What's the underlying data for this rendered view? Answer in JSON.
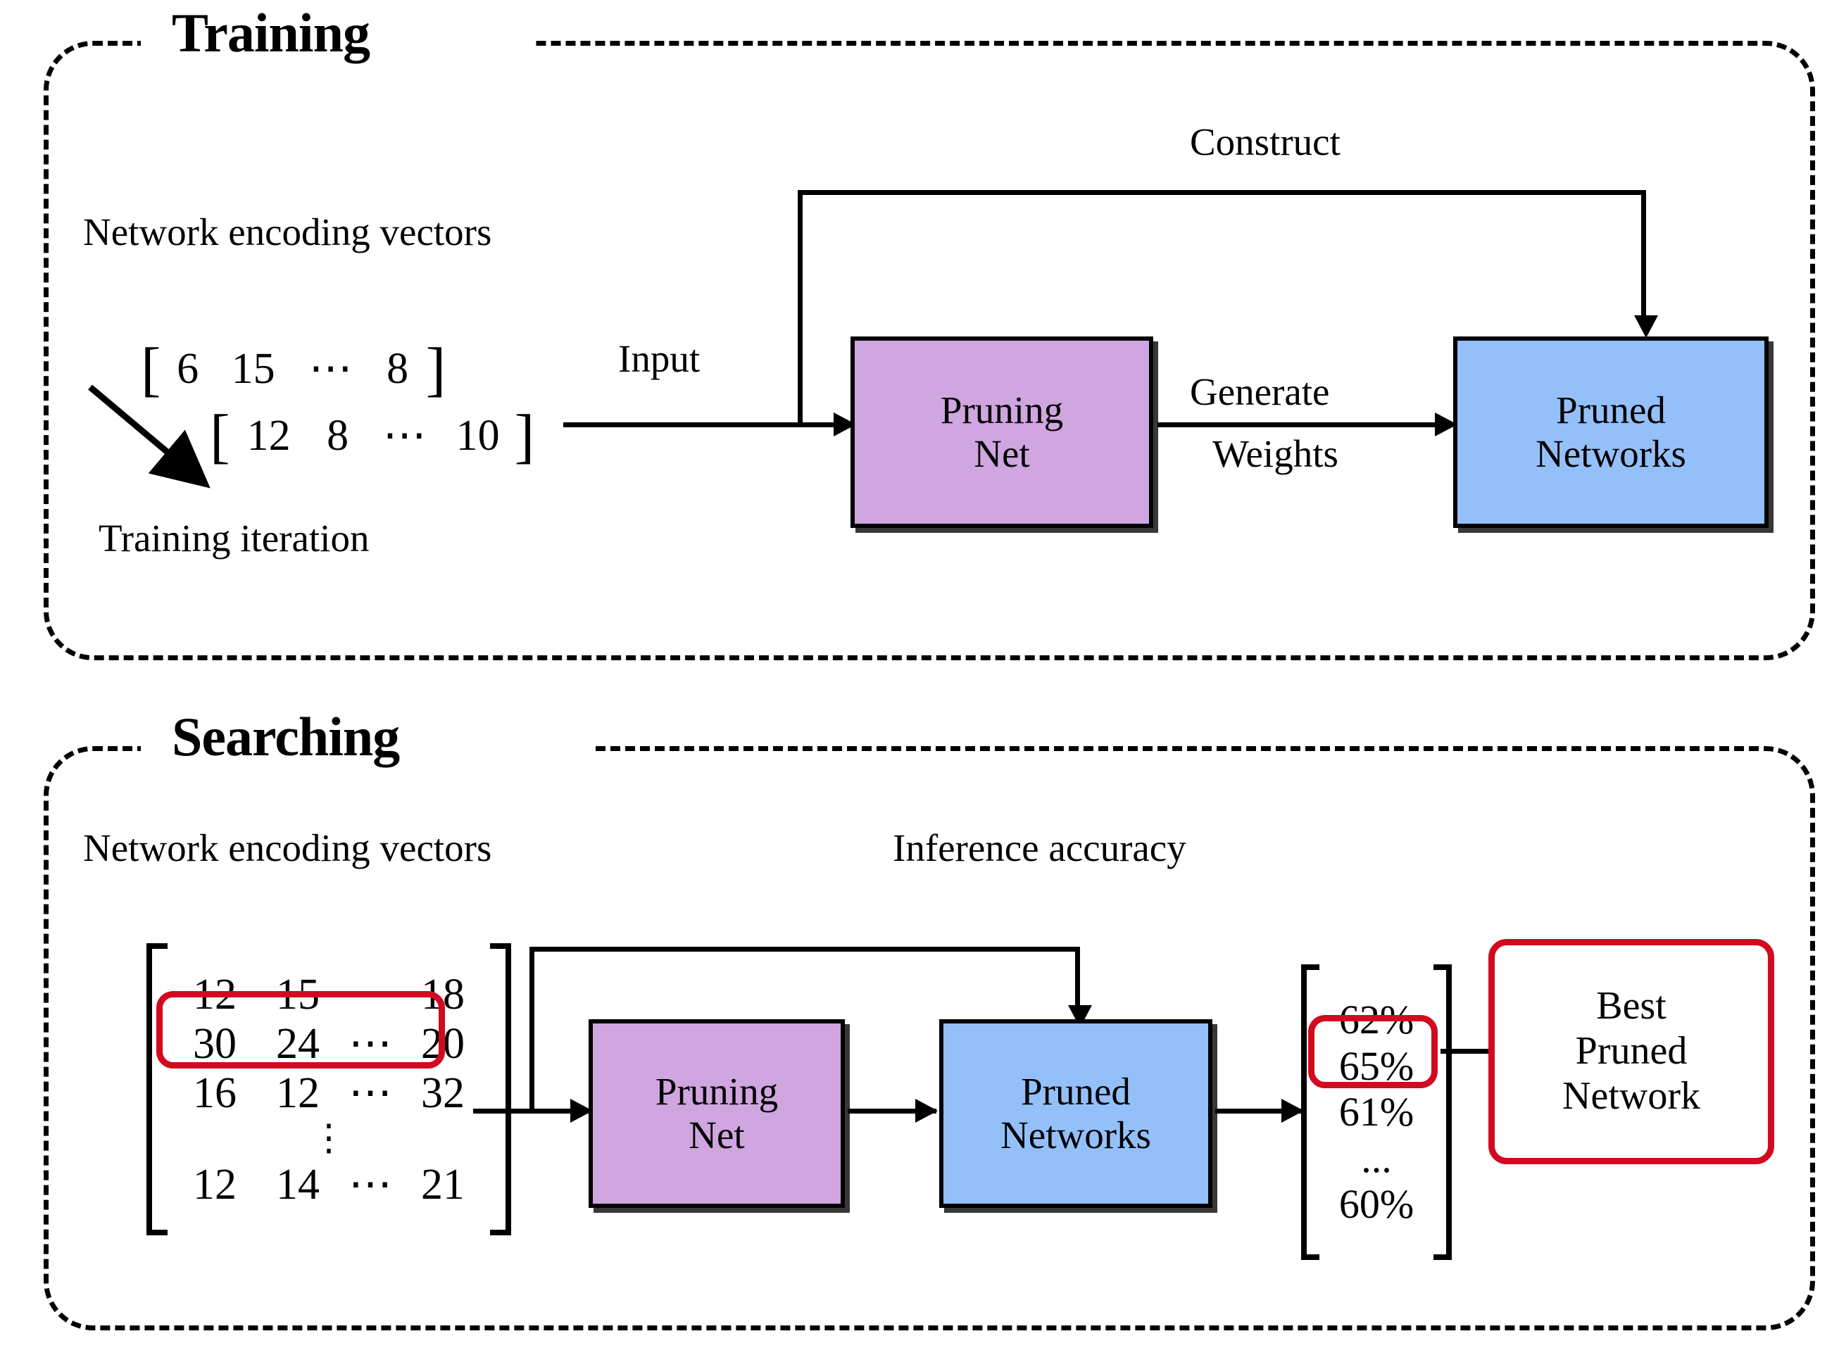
{
  "figure": {
    "panels": [
      {
        "id": "training",
        "title": "Training"
      },
      {
        "id": "searching",
        "title": "Searching"
      }
    ]
  },
  "training": {
    "title": "Training",
    "encoding_label": "Network encoding vectors",
    "iteration_label": "Training iteration",
    "vectors": [
      {
        "open": "[",
        "items": [
          "6",
          "15",
          "⋯",
          "8"
        ],
        "close": "]"
      },
      {
        "open": "[",
        "items": [
          "12",
          "8",
          "⋯",
          "10"
        ],
        "close": "]"
      }
    ],
    "edges": {
      "input": "Input",
      "generate": "Generate",
      "weights": "Weights",
      "construct": "Construct"
    },
    "nodes": {
      "pruning_net_line1": "Pruning",
      "pruning_net_line2": "Net",
      "pruned_networks_line1": "Pruned",
      "pruned_networks_line2": "Networks"
    }
  },
  "searching": {
    "title": "Searching",
    "encoding_label": "Network encoding vectors",
    "inference_label": "Inference accuracy",
    "matrix": {
      "rows": [
        [
          "12",
          "15",
          "⋯",
          "18"
        ],
        [
          "30",
          "24",
          "⋯",
          "20"
        ],
        [
          "16",
          "12",
          "⋯",
          "32"
        ],
        [
          "⋮"
        ],
        [
          "12",
          "14",
          "⋯",
          "21"
        ]
      ],
      "highlighted_row_index": 1,
      "vdots": "⋮"
    },
    "accuracies": {
      "values": [
        "62%",
        "65%",
        "61%",
        "...",
        "60%"
      ],
      "highlighted_index": 1
    },
    "nodes": {
      "pruning_net_line1": "Pruning",
      "pruning_net_line2": "Net",
      "pruned_networks_line1": "Pruned",
      "pruned_networks_line2": "Networks",
      "best_line1": "Best",
      "best_line2": "Pruned",
      "best_line3": "Network"
    }
  },
  "colors": {
    "pruning_net_fill": "#cfa6e0",
    "pruned_networks_fill": "#94c0fa",
    "highlight_red": "#d2091f",
    "stroke": "#000000",
    "background": "#ffffff"
  }
}
